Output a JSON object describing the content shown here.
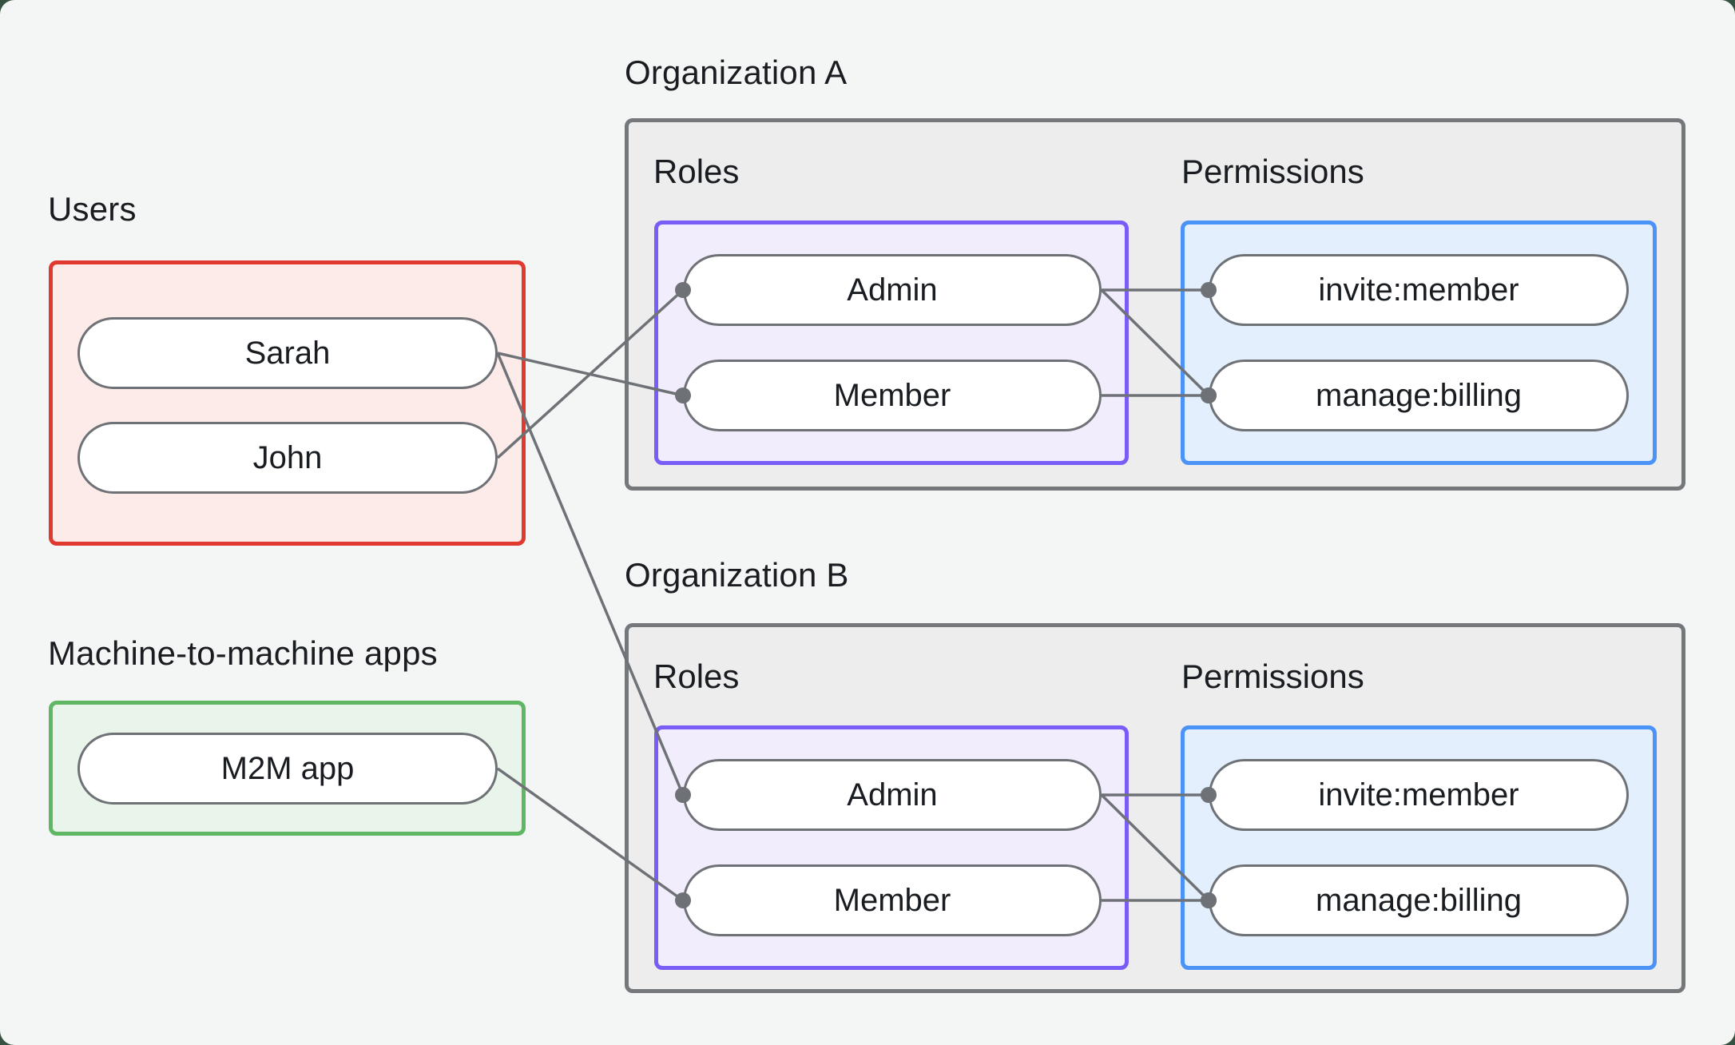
{
  "page": {
    "background": "#f3f6f4",
    "outer_background": "#35513f",
    "edge_color": "#6e7276",
    "text_color": "#191d21"
  },
  "users_group": {
    "label": "Users",
    "border_color": "#e03a30",
    "fill": "#fcebe9",
    "nodes": [
      {
        "id": "sarah",
        "label": "Sarah"
      },
      {
        "id": "john",
        "label": "John"
      }
    ]
  },
  "m2m_group": {
    "label": "Machine-to-machine apps",
    "border_color": "#60b763",
    "fill": "#e9f4ea",
    "nodes": [
      {
        "id": "m2m-app",
        "label": "M2M app"
      }
    ]
  },
  "org_a": {
    "title": "Organization A",
    "roles": {
      "label": "Roles",
      "border_color": "#7a5cf8",
      "fill": "#f2edfd",
      "nodes": [
        {
          "id": "orgA-admin",
          "label": "Admin"
        },
        {
          "id": "orgA-member",
          "label": "Member"
        }
      ]
    },
    "permissions": {
      "label": "Permissions",
      "border_color": "#4b93f6",
      "fill": "#e3effc",
      "nodes": [
        {
          "id": "orgA-invite",
          "label": "invite:member"
        },
        {
          "id": "orgA-manage",
          "label": "manage:billing"
        }
      ]
    }
  },
  "org_b": {
    "title": "Organization B",
    "roles": {
      "label": "Roles",
      "border_color": "#7a5cf8",
      "fill": "#f2edfd",
      "nodes": [
        {
          "id": "orgB-admin",
          "label": "Admin"
        },
        {
          "id": "orgB-member",
          "label": "Member"
        }
      ]
    },
    "permissions": {
      "label": "Permissions",
      "border_color": "#4b93f6",
      "fill": "#e3effc",
      "nodes": [
        {
          "id": "orgB-invite",
          "label": "invite:member"
        },
        {
          "id": "orgB-manage",
          "label": "manage:billing"
        }
      ]
    }
  },
  "edges": [
    {
      "from": "sarah",
      "to": "orgA-member"
    },
    {
      "from": "sarah",
      "to": "orgB-admin"
    },
    {
      "from": "john",
      "to": "orgA-admin"
    },
    {
      "from": "m2m-app",
      "to": "orgB-member"
    },
    {
      "from": "orgA-admin",
      "to": "orgA-invite"
    },
    {
      "from": "orgA-admin",
      "to": "orgA-manage"
    },
    {
      "from": "orgA-member",
      "to": "orgA-manage"
    },
    {
      "from": "orgB-admin",
      "to": "orgB-invite"
    },
    {
      "from": "orgB-admin",
      "to": "orgB-manage"
    },
    {
      "from": "orgB-member",
      "to": "orgB-manage"
    }
  ]
}
